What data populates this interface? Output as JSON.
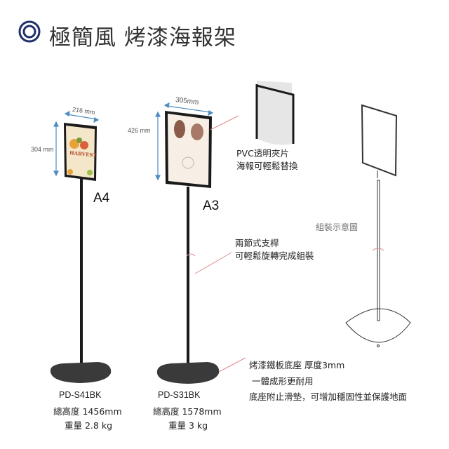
{
  "title": "極簡風 烤漆海報架",
  "colors": {
    "accent": "#1f2f6b",
    "dimension_arrow": "#4f8cc0",
    "callout_line": "#e08a8a",
    "frame": "#1a1a1a",
    "base": "#3a3a3a"
  },
  "a4": {
    "width": "216 mm",
    "height": "304 mm",
    "size_label": "A4",
    "poster_text": "HARVEST",
    "model": "PD-S41BK",
    "total_height": "總高度 1456mm",
    "weight": "重量 2.8 kg"
  },
  "a3": {
    "width": "305mm",
    "height": "426 mm",
    "size_label": "A3",
    "model": "PD-S31BK",
    "total_height": "總高度 1578mm",
    "weight": "重量 3 kg"
  },
  "callouts": {
    "clip_line1": "PVC透明夾片",
    "clip_line2": "海報可輕鬆替換",
    "pole_line1": "兩節式支桿",
    "pole_line2": "可輕鬆旋轉完成組裝",
    "base_line1": "烤漆鐵板底座 厚度3mm",
    "base_line2": "一體成形更耐用",
    "base_line3": "底座附止滑墊，可增加穩固性並保護地面"
  },
  "assembly_label": "組裝示意圖"
}
